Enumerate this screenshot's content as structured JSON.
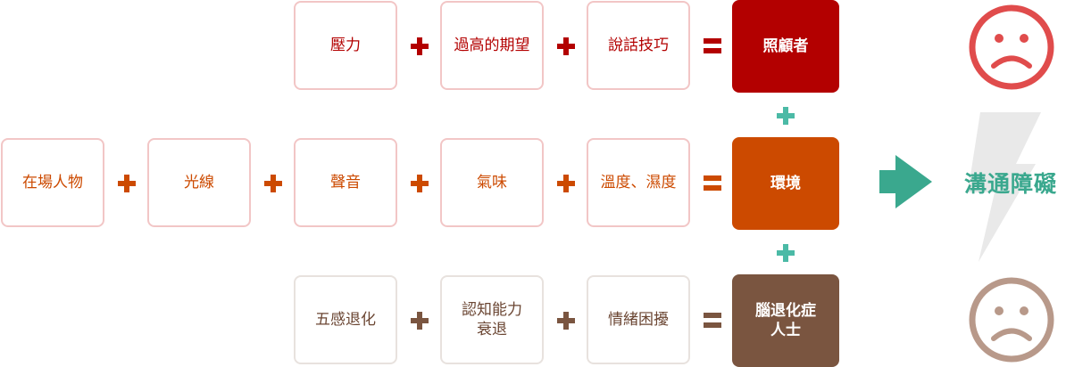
{
  "rows": {
    "caregiver": {
      "items": [
        "壓力",
        "過高的期望",
        "說話技巧"
      ],
      "result": "照顧者",
      "color": "#b30000"
    },
    "environment": {
      "items": [
        "在場人物",
        "光線",
        "聲音",
        "氣味",
        "溫度、濕度"
      ],
      "result": "環境",
      "color": "#cc4a00"
    },
    "dementia": {
      "items": [
        "五感退化",
        "認知能力\n衰退",
        "情緒困擾"
      ],
      "result": "腦退化症\n人士",
      "color": "#7a5540"
    }
  },
  "outcome": {
    "label": "溝通障礙",
    "color": "#3aa88e"
  },
  "colors": {
    "connector": "#4bbaa6",
    "sad_face_red": "#e04c4c",
    "sad_face_brown": "#b8998a",
    "lightning": "#e9e9e9"
  }
}
